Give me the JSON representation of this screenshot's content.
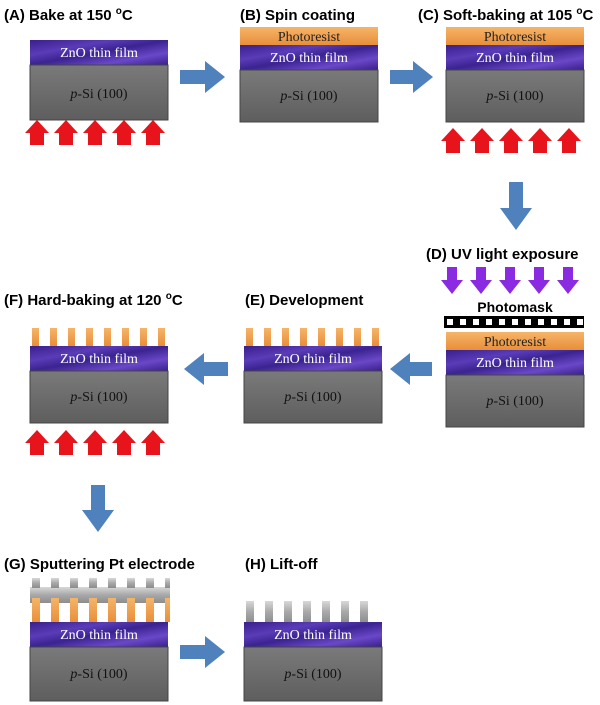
{
  "steps": {
    "a": {
      "label": "(A) Bake at 150 ",
      "unit": "C"
    },
    "b": {
      "label": "(B) Spin coating"
    },
    "c": {
      "label": "(C) Soft-baking at 105 ",
      "unit": "C"
    },
    "d": {
      "label": "(D) UV light exposure"
    },
    "e": {
      "label": "(E) Development"
    },
    "f": {
      "label": "(F) Hard-baking at 120 ",
      "unit": "C"
    },
    "g": {
      "label": "(G) Sputtering Pt electrode"
    },
    "h": {
      "label": "(H) Lift-off"
    }
  },
  "degree_symbol": "o",
  "layers": {
    "zno": "ZnO thin film",
    "si_prefix": "p",
    "si_rest": "-Si (100)",
    "photoresist": "Photoresist",
    "photomask": "Photomask"
  },
  "colors": {
    "zno": "#4a2b9e",
    "si": "#6e6e6e",
    "photoresist": "#f0a04e",
    "heat_arrow": "#e8141c",
    "uv_arrow": "#8a2be2",
    "flow_arrow": "#4f81bd",
    "pt": "#b0b0b0"
  }
}
